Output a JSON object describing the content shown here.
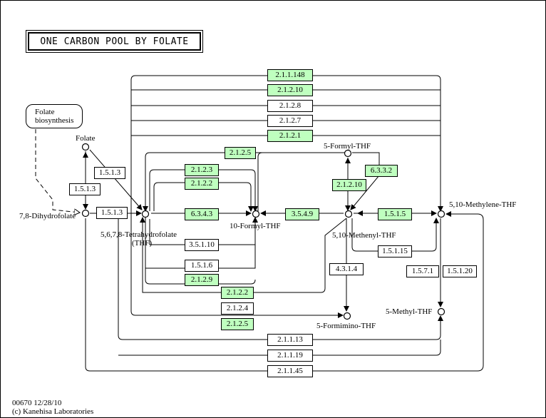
{
  "title": "ONE CARBON POOL BY FOLATE",
  "map_link": {
    "line1": "Folate",
    "line2": "biosynthesis"
  },
  "compounds": {
    "folate": "Folate",
    "dhf": "7,8-Dihydrofolate",
    "thf_line1": "5,6,7,8-Tetrahydrofolate",
    "thf_line2": "(THF)",
    "formyl10": "10-Formyl-THF",
    "formyl5": "5-Formyl-THF",
    "methenyl": "5,10-Methenyl-THF",
    "methylene": "5,10-Methylene-THF",
    "formimino": "5-Formimino-THF",
    "methyl5": "5-Methyl-THF"
  },
  "enzymes": {
    "e_21148": "2.1.1.148",
    "e_21210_top": "2.1.2.10",
    "e_2128": "2.1.2.8",
    "e_2127": "2.1.2.7",
    "e_2121": "2.1.2.1",
    "e_2125_top": "2.1.2.5",
    "e_2123": "2.1.2.3",
    "e_2122_top": "2.1.2.2",
    "e_6332": "6.3.3.2",
    "e_21210_mid": "2.1.2.10",
    "e_1513_a": "1.5.1.3",
    "e_1513_b": "1.5.1.3",
    "e_1513_c": "1.5.1.3",
    "e_6343": "6.3.4.3",
    "e_3549": "3.5.4.9",
    "e_1515": "1.5.1.5",
    "e_35110": "3.5.1.10",
    "e_15115": "1.5.1.15",
    "e_1516": "1.5.1.6",
    "e_4314": "4.3.1.4",
    "e_1571": "1.5.7.1",
    "e_15120": "1.5.1.20",
    "e_2129": "2.1.2.9",
    "e_2122_bot": "2.1.2.2",
    "e_2124": "2.1.2.4",
    "e_2125_bot": "2.1.2.5",
    "e_21113": "2.1.1.13",
    "e_21119": "2.1.1.19",
    "e_21145": "2.1.1.45"
  },
  "footer": {
    "line1": "00670 12/28/10",
    "line2": "(c) Kanehisa Laboratories"
  }
}
